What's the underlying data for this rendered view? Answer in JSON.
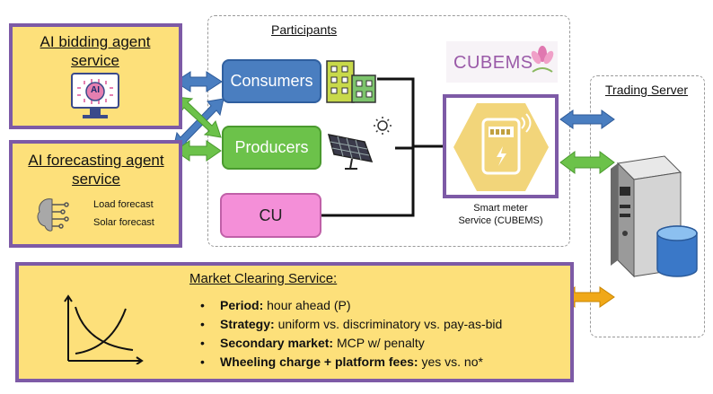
{
  "ai_bidding": {
    "title": "AI bidding agent service",
    "icon_label": "AI"
  },
  "ai_forecasting": {
    "title": "AI forecasting agent service",
    "items": [
      "Load forecast",
      "Solar forecast"
    ]
  },
  "participants": {
    "title": "Participants",
    "consumers": "Consumers",
    "producers": "Producers",
    "cu": "CU"
  },
  "cubems_logo": "CUBEMS",
  "smart_meter": {
    "label_line1": "Smart meter",
    "label_line2": "Service (CUBEMS)",
    "display": "88888"
  },
  "trading_server": {
    "title": "Trading Server"
  },
  "market_clearing": {
    "title": "Market Clearing Service:",
    "items": [
      {
        "bold": "Period:",
        "text": " hour ahead (P)"
      },
      {
        "bold": "Strategy:",
        "text": " uniform vs. discriminatory vs. pay-as-bid"
      },
      {
        "bold": "Secondary market:",
        "text": " MCP w/ penalty"
      },
      {
        "bold": "Wheeling charge + platform fees:",
        "text": " yes vs. no*"
      }
    ]
  },
  "colors": {
    "yellow": "#fde07a",
    "purple_border": "#7d5aa6",
    "blue": "#4a7ec0",
    "green": "#6cc24a",
    "pink": "#f48fd8",
    "hex_gold": "#f2d57a",
    "orange": "#f0a818"
  }
}
